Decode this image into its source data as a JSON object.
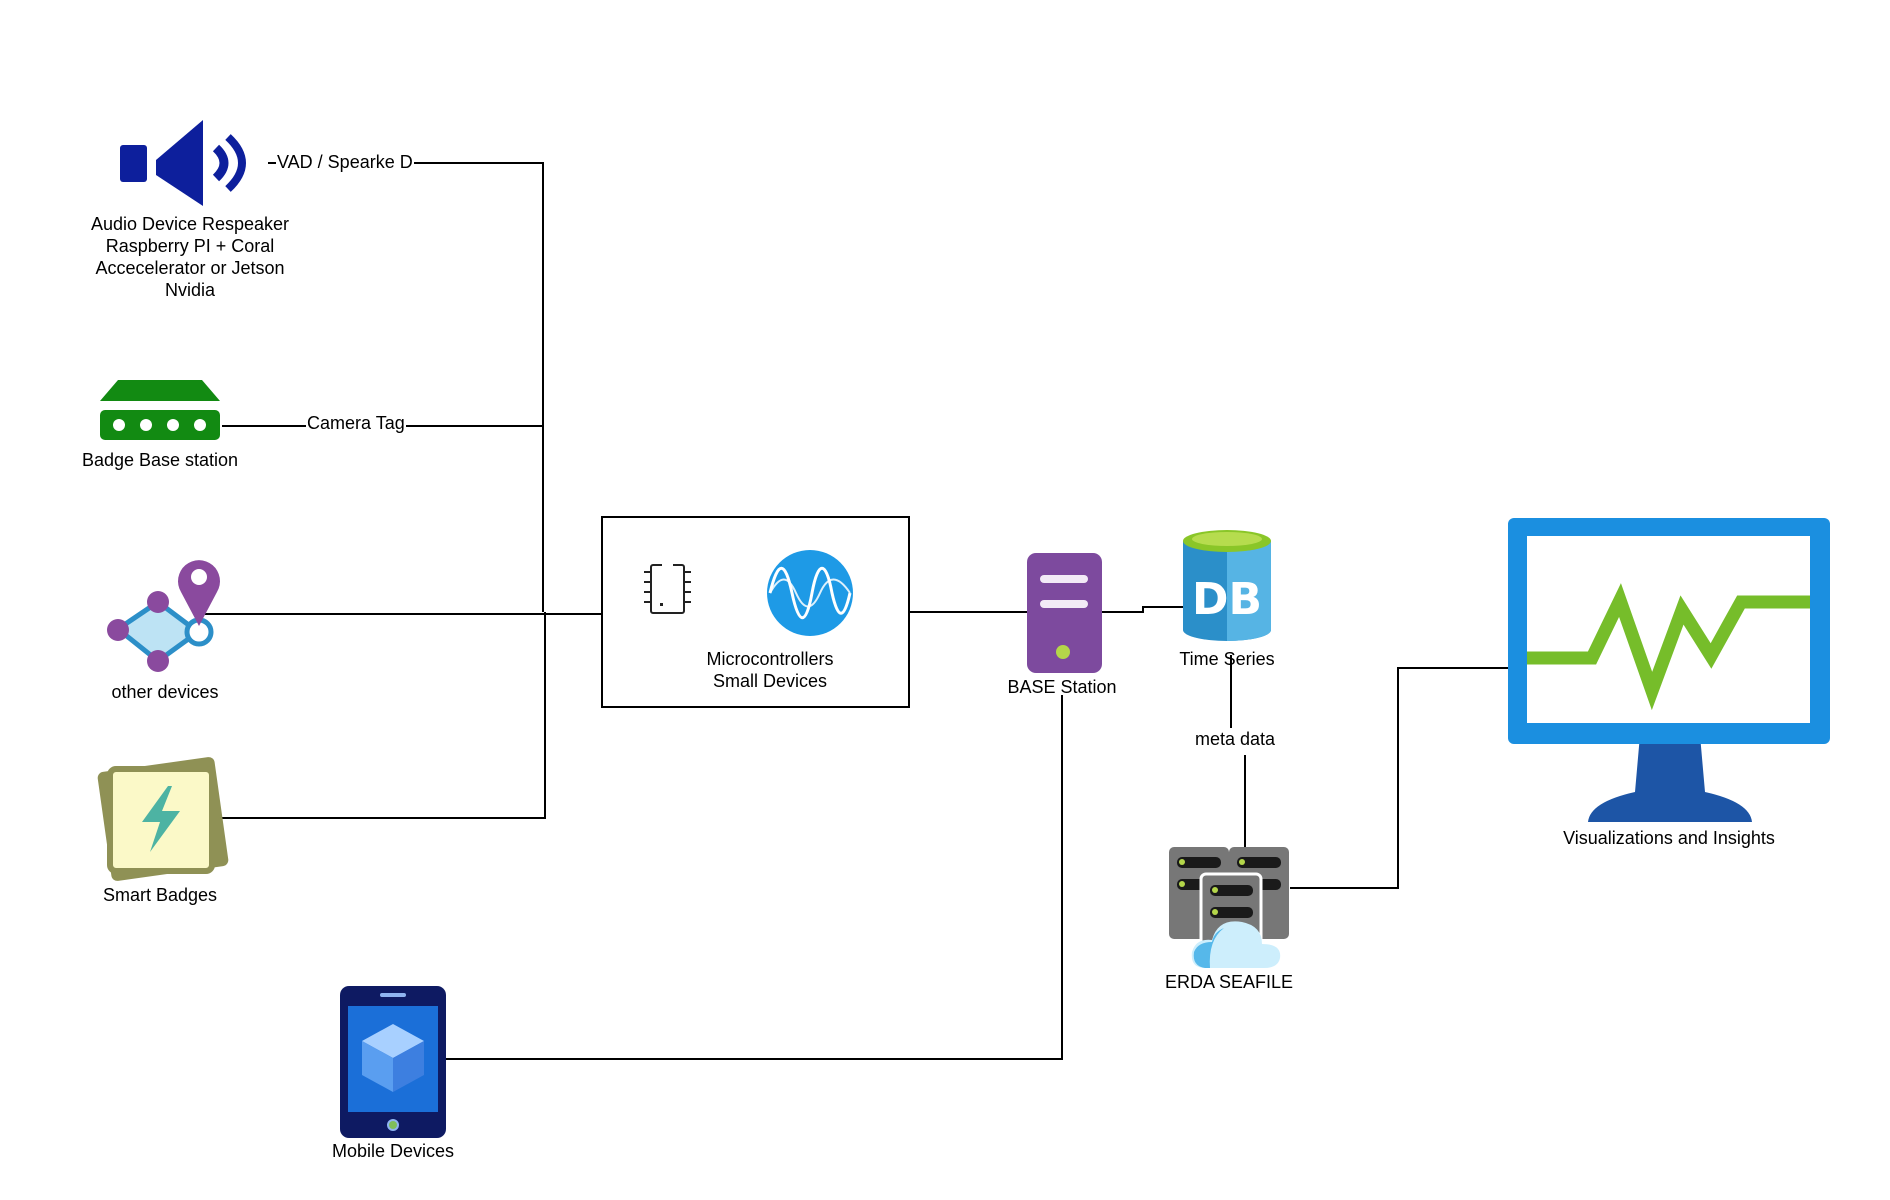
{
  "nodes": {
    "audio": {
      "label_lines": [
        "Audio Device Respeaker",
        "Raspberry PI + Coral",
        "Accecelerator or Jetson",
        "Nvidia"
      ],
      "icon": "speaker-icon",
      "color": "#0d1f9c"
    },
    "badge_base": {
      "label": "Badge Base station",
      "icon": "router-icon",
      "color": "#128a12"
    },
    "other": {
      "label": "other devices",
      "icon": "location-network-icon",
      "color": "#8a4a9e"
    },
    "smart_badges": {
      "label": "Smart Badges",
      "icon": "lightning-badge-icon",
      "color": "#8f9155"
    },
    "mobile": {
      "label": "Mobile Devices",
      "icon": "tablet-cube-icon",
      "color": "#1b3cc8"
    },
    "micro": {
      "label_lines": [
        "Microcontrollers",
        "Small Devices"
      ],
      "icon": "chip-and-wave-icons"
    },
    "base_station": {
      "label": "BASE Station",
      "icon": "server-icon",
      "color": "#7d4a9e"
    },
    "timeseries": {
      "label": "Time Series",
      "icon_text": "DB",
      "icon": "database-icon",
      "color": "#2b8fc9"
    },
    "erda": {
      "label": "ERDA SEAFILE",
      "icon": "cloud-servers-icon"
    },
    "viz": {
      "label": "Visualizations and Insights",
      "icon": "monitor-pulse-icon",
      "color": "#1b8fe0"
    }
  },
  "edges": {
    "audio_label": "VAD / Spearke D",
    "badge_label": "Camera Tag",
    "meta_label": "meta data"
  }
}
